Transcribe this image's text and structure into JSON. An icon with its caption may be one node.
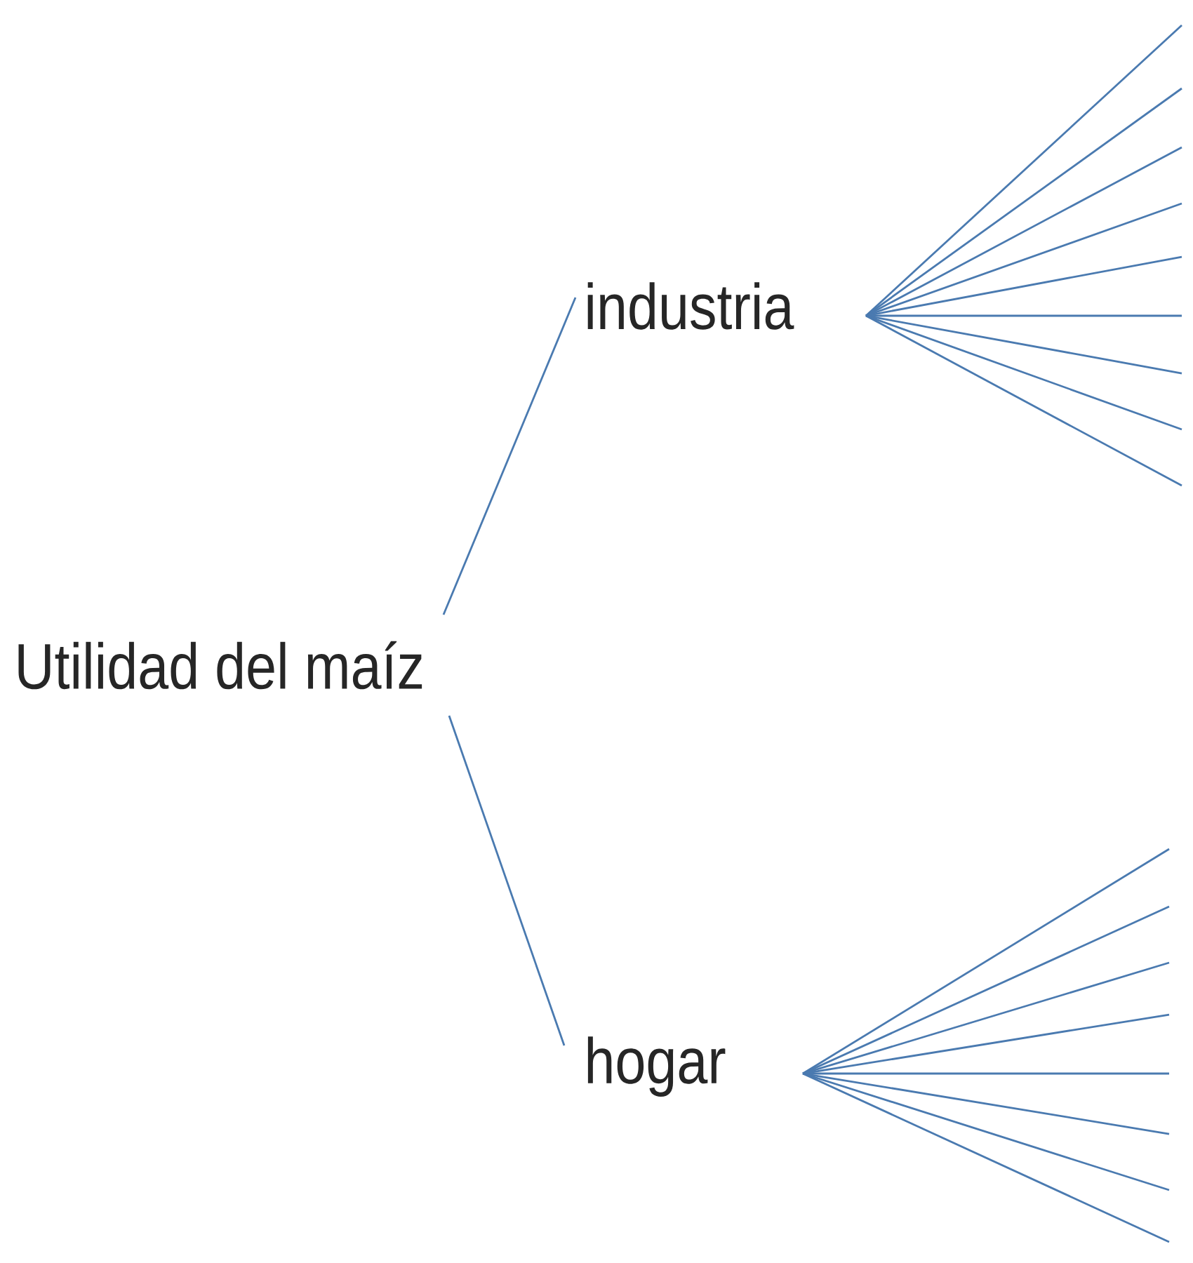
{
  "diagram": {
    "nodes": [
      {
        "text": [
          "Utilidad del maíz"
        ]
      },
      {
        "text": [
          "industria"
        ]
      },
      {
        "text": [
          "hogar"
        ]
      }
    ],
    "edges": [
      {
        "from": 0,
        "to": 1,
        "arrow": "none"
      },
      {
        "from": 0,
        "to": 2,
        "arrow": "none"
      },
      {
        "from": 1,
        "to": null,
        "arrow": "none"
      },
      {
        "from": 1,
        "to": null,
        "arrow": "none"
      },
      {
        "from": 1,
        "to": null,
        "arrow": "none"
      },
      {
        "from": 1,
        "to": null,
        "arrow": "none"
      },
      {
        "from": 1,
        "to": null,
        "arrow": "none"
      },
      {
        "from": 1,
        "to": null,
        "arrow": "none"
      },
      {
        "from": 1,
        "to": null,
        "arrow": "none"
      },
      {
        "from": 1,
        "to": null,
        "arrow": "none"
      },
      {
        "from": 1,
        "to": null,
        "arrow": "none"
      },
      {
        "from": 2,
        "to": null,
        "arrow": "none"
      },
      {
        "from": 2,
        "to": null,
        "arrow": "none"
      },
      {
        "from": 2,
        "to": null,
        "arrow": "none"
      },
      {
        "from": 2,
        "to": null,
        "arrow": "none"
      },
      {
        "from": 2,
        "to": null,
        "arrow": "none"
      },
      {
        "from": 2,
        "to": null,
        "arrow": "none"
      },
      {
        "from": 2,
        "to": null,
        "arrow": "none"
      },
      {
        "from": 2,
        "to": null,
        "arrow": "none"
      }
    ]
  }
}
